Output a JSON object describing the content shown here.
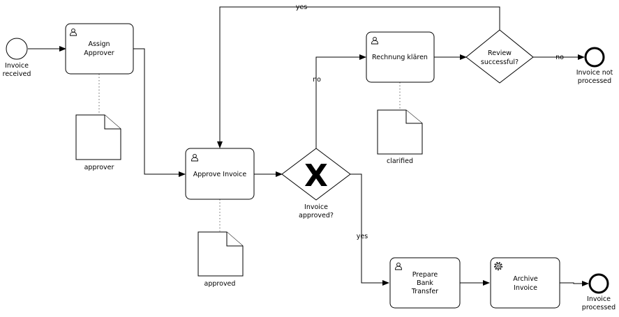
{
  "diagram": {
    "type": "bpmn-process",
    "events": {
      "start": {
        "label": [
          "Invoice",
          "received"
        ]
      },
      "end_not_processed": {
        "label": [
          "Invoice not",
          "processed"
        ]
      },
      "end_processed": {
        "label": [
          "Invoice",
          "processed"
        ]
      }
    },
    "tasks": {
      "assign_approver": {
        "kind": "user-task",
        "label": [
          "Assign",
          "Approver"
        ]
      },
      "approve_invoice": {
        "kind": "user-task",
        "label": [
          "Approve Invoice"
        ]
      },
      "rechnung_klaeren": {
        "kind": "user-task",
        "label": [
          "Rechnung klären"
        ]
      },
      "prepare_bank_transfer": {
        "kind": "user-task",
        "label": [
          "Prepare",
          "Bank",
          "Transfer"
        ]
      },
      "archive_invoice": {
        "kind": "service-task",
        "label": [
          "Archive",
          "Invoice"
        ]
      }
    },
    "gateways": {
      "invoice_approved": {
        "kind": "exclusive",
        "marker": "X",
        "label": [
          "Invoice",
          "approved?"
        ]
      },
      "review_successful": {
        "kind": "exclusive",
        "marker": "",
        "label": [
          "Review",
          "successful?"
        ]
      }
    },
    "data_objects": {
      "approver": {
        "label": "approver"
      },
      "clarified": {
        "label": "clarified"
      },
      "approved": {
        "label": "approved"
      }
    },
    "flow_labels": {
      "review_yes": "yes",
      "review_no": "no",
      "approved_no": "no",
      "approved_yes": "yes"
    },
    "icons": {
      "user-task": "user-icon",
      "service-task": "gear-icon"
    }
  }
}
